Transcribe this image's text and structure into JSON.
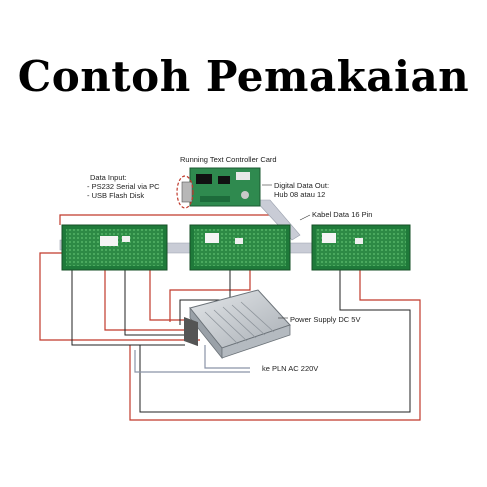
{
  "title": "Contoh Pemakaian",
  "labels": {
    "controller": "Running Text Controller Card",
    "data_input_title": "Data Input:",
    "data_input_line1": "- PS232 Serial via PC",
    "data_input_line2": "- USB Flash Disk",
    "digital_out_line1": "Digital Data Out:",
    "digital_out_line2": "Hub 08 atau 12",
    "cable": "Kabel Data 16 Pin",
    "power_supply": "Power Supply DC 5V",
    "pln": "ke PLN AC 220V"
  },
  "colors": {
    "wire_red": "#c0392b",
    "wire_black": "#222222",
    "wire_grey": "#8a93a6",
    "led_panel_frame": "#1f7a3a",
    "led_panel_face": "#2d8a45",
    "pcb": "#2f8a4f",
    "psu_body": "#c8ccd0"
  }
}
